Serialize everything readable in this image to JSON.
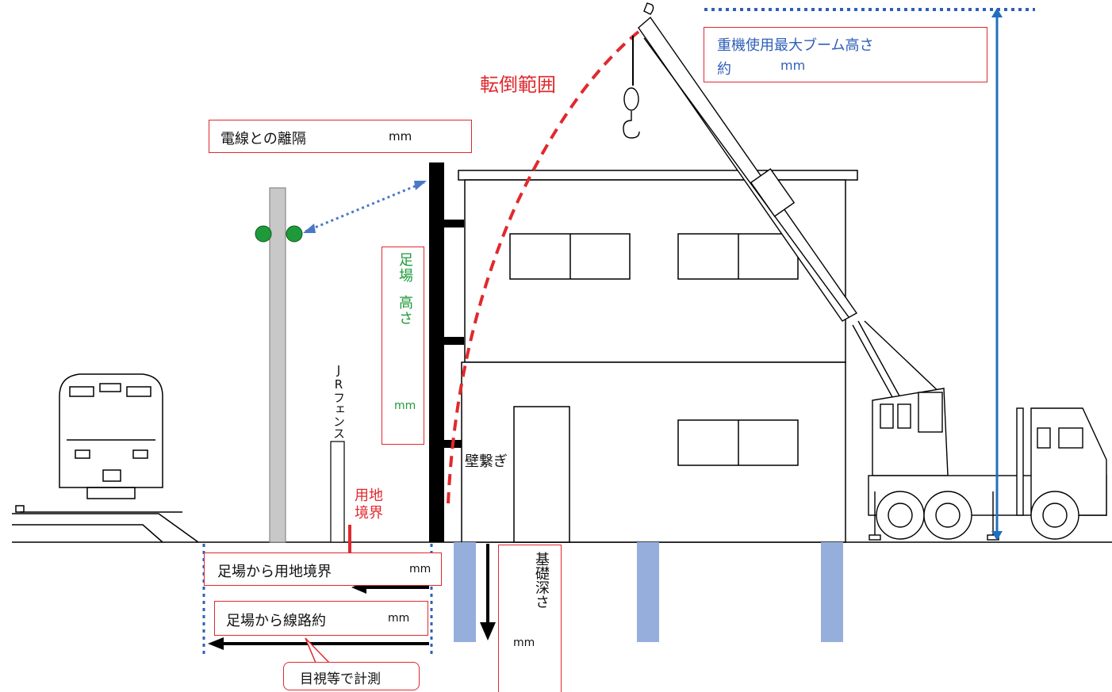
{
  "labels": {
    "boom_height_line1": "重機使用最大ブーム高さ",
    "boom_height_line2": "約",
    "boom_height_unit": "mm",
    "overturn_range": "転倒範囲",
    "wire_clearance": "電線との離隔",
    "wire_clearance_unit": "mm",
    "scaffold_height_1": "足場",
    "scaffold_height_2": "高さ",
    "scaffold_height_unit": "mm",
    "jr_fence": "JRフェンス",
    "site_boundary": "用地境界",
    "wall_tie": "壁繋ぎ",
    "foundation_depth": "基礎深さ",
    "foundation_unit": "mm",
    "scaffold_to_boundary": "足場から用地境界",
    "scaffold_to_boundary_unit": "mm",
    "scaffold_to_track": "足場から線路約",
    "scaffold_to_track_unit": "mm",
    "visual_measure": "目視等で計測"
  },
  "colors": {
    "red": "#e0292e",
    "blue": "#1f6fbf",
    "dot_blue": "#4a78c8",
    "foundation_blue": "#95aedc",
    "green_text": "#1f9a3a",
    "pole_gray": "#c8c8c8",
    "insulator_green": "#1f9a3a"
  }
}
